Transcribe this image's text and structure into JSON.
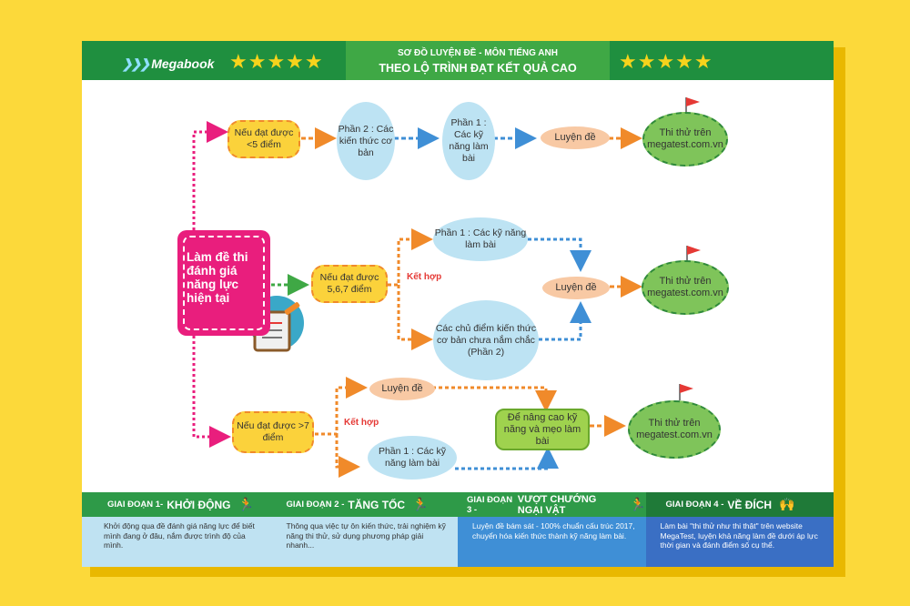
{
  "header": {
    "logo": "Megabook",
    "title_line1": "SƠ ĐỒ LUYỆN ĐỀ - MÔN TIẾNG ANH",
    "title_line2": "THEO LỘ TRÌNH ĐẠT KẾT QUẢ CAO",
    "stars": "★★★★★"
  },
  "center_box": "Làm đề thi đánh giá năng lực hiện tại",
  "rows": {
    "top": {
      "condition": "Nếu đạt được <5 điểm",
      "part2": "Phần 2 : Các kiến thức cơ bản",
      "part1": "Phần 1 : Các kỹ năng làm bài",
      "practice": "Luyện đề",
      "goal": "Thi thử trên megatest.com.vn"
    },
    "middle": {
      "condition": "Nếu đạt được 5,6,7 điểm",
      "combine": "Kết hợp",
      "part1": "Phần 1 : Các kỹ năng làm bài",
      "topics": "Các chủ điểm kiến thức cơ bản chưa nắm chắc (Phần 2)",
      "practice": "Luyện đề",
      "goal": "Thi thử trên megatest.com.vn"
    },
    "bottom": {
      "condition": "Nếu đạt được >7 điểm",
      "combine": "Kết hợp",
      "practice": "Luyện đề",
      "part1": "Phần 1 : Các kỹ năng làm bài",
      "improve": "Để nâng cao kỹ năng và mẹo làm bài",
      "goal": "Thi thử trên megatest.com.vn"
    }
  },
  "stages": [
    {
      "prefix": "GIAI ĐOẠN 1-",
      "name": "KHỞI ĐỘNG",
      "icon": "runner-start-icon",
      "head_color": "#2e9a48",
      "body_color": "#bfe2f2",
      "text_color": "#333333",
      "text": "Khởi động qua đề đánh giá năng lực để biết mình đang ở đâu, nắm được trình độ của mình."
    },
    {
      "prefix": "GIAI ĐOẠN 2 -",
      "name": "TĂNG TỐC",
      "icon": "runner-icon",
      "head_color": "#2e9a48",
      "body_color": "#bfe2f2",
      "text_color": "#333333",
      "text": "Thông qua việc tự ôn kiến thức, trải nghiệm kỹ năng thi thử, sử dụng phương pháp giải nhanh..."
    },
    {
      "prefix": "GIAI ĐOẠN 3 -",
      "name": "VƯỢT CHƯỚNG NGẠI VẬT",
      "icon": "hurdle-icon",
      "head_color": "#2e9a48",
      "body_color": "#3f8fd6",
      "text_color": "#ffffff",
      "text": "Luyện đề bám sát - 100% chuẩn cấu trúc 2017, chuyển hóa kiến thức thành kỹ năng làm bài."
    },
    {
      "prefix": "GIAI ĐOẠN 4 -",
      "name": "VỀ ĐÍCH",
      "icon": "finish-icon",
      "head_color": "#1f7a38",
      "body_color": "#3a6fc4",
      "text_color": "#ffffff",
      "text": "Làm bài \"thi thử như thi thật\" trên website MegaTest, luyện khả năng làm đề dưới áp lực thời gian và đánh điểm số cụ thể."
    }
  ]
}
